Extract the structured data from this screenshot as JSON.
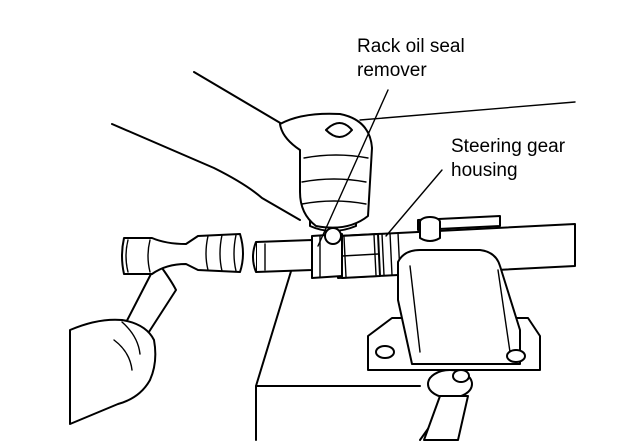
{
  "labels": {
    "remover_line1": "Rack oil seal",
    "remover_line2": "remover",
    "housing_line1": "Steering gear",
    "housing_line2": "housing"
  },
  "colors": {
    "ink": "#000000",
    "paper": "#ffffff"
  }
}
